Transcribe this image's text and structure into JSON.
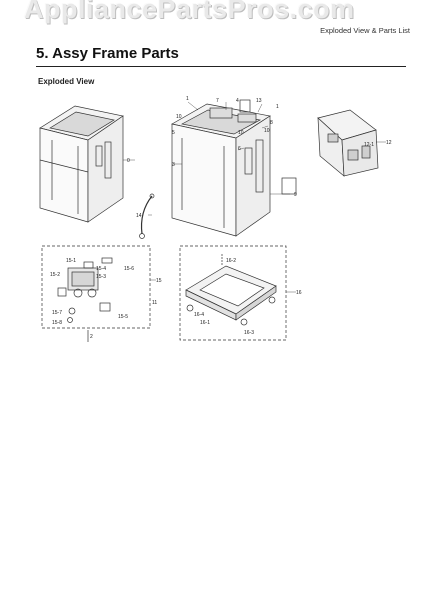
{
  "watermark": "AppliancePartsPros.com",
  "header": {
    "right_label": "Exploded View & Parts List"
  },
  "section": {
    "title": "5.  Assy Frame Parts"
  },
  "subsection": {
    "title": "Exploded View"
  },
  "callouts": {
    "c1": "1",
    "c1b": "1",
    "c3": "3",
    "c4": "4",
    "c5": "5",
    "c6": "6",
    "c7": "7",
    "c8": "8",
    "c9": "9",
    "c10a": "10",
    "c10b": "10",
    "c10c": "10",
    "c11": "11",
    "c12": "12",
    "c12_1": "12-1",
    "c13": "13",
    "c14": "14",
    "c15": "15",
    "c15_1": "15-1",
    "c15_2": "15-2",
    "c15_3": "15-3",
    "c15_4": "15-4",
    "c15_5": "15-5",
    "c15_6": "15-6",
    "c15_7": "15-7",
    "c15_8": "15-8",
    "c16": "16",
    "c16_1": "16-1",
    "c16_2": "16-2",
    "c16_3": "16-3",
    "c16_4": "16-4",
    "c0": "0",
    "c2": "2"
  }
}
